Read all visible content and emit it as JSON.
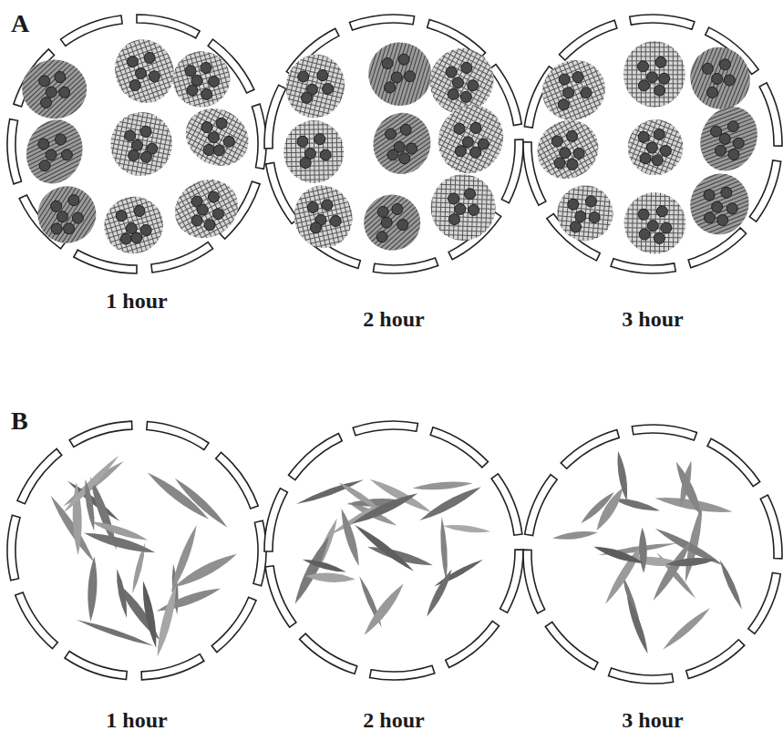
{
  "diagram": {
    "labels": [
      "A",
      "1 hour",
      "2 hour",
      "3 hour",
      "B",
      "1 hour",
      "2 hour",
      "3 hour"
    ]
  }
}
